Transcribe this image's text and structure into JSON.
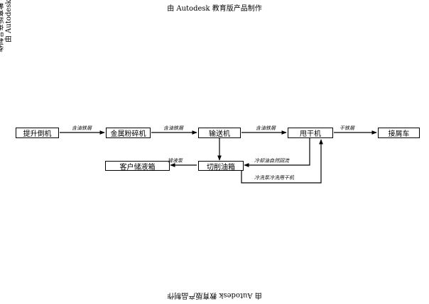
{
  "watermark": "由 Autodesk 教育版产品制作",
  "nodes": {
    "lift": "提升倒机",
    "crusher": "金属粉碎机",
    "conveyor": "输送机",
    "spinner": "甩干机",
    "bin": "接屑车",
    "customer": "客户储液箱",
    "tank": "切削油箱"
  },
  "edges": {
    "e1": "含油铁屑",
    "e2": "含油铁屑",
    "e3": "含油铁屑",
    "e4": "干铁屑",
    "e5": "冷却油自然回流",
    "e6": "排液泵",
    "e7": "冷洗泵冷洗甩干机"
  }
}
